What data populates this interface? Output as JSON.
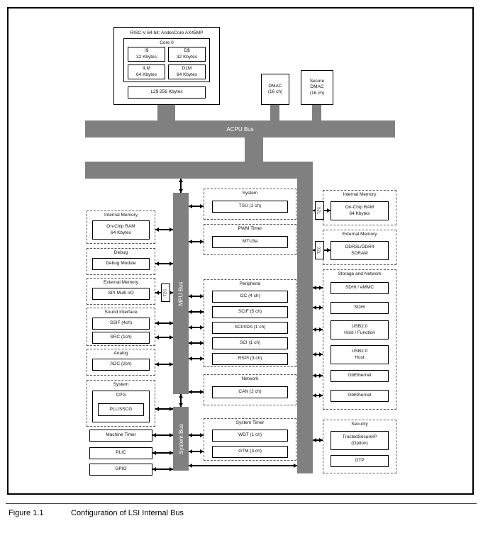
{
  "figure": {
    "label": "Figure 1.1",
    "title": "Configuration of LSI Internal Bus"
  },
  "colors": {
    "bus_gray": "#808080"
  },
  "cpu": {
    "title": "RISC-V 64-bit: AndesCore AX45MP",
    "core_label": "Core 0",
    "icache": "I$\n32 Kbytes",
    "dcache": "D$\n32 Kbytes",
    "ilm": "ILM\n64 Kbytes",
    "dlm": "DLM\n64 Kbytes",
    "l2": "L2$ 256 Kbytes"
  },
  "dmac": "DMAC\n(16 ch)",
  "secure_dmac": "Secure\nDMAC\n(16 ch)",
  "buses": {
    "acpu": "ACPU Bus",
    "mpu": "MPU Bus",
    "system": "System Bus"
  },
  "tzc": "TZC",
  "left": {
    "groups": [
      {
        "label": "Internal Memory",
        "items": [
          "On-Chip RAM\n64 Kbytes"
        ]
      },
      {
        "label": "Debug",
        "items": [
          "Debug Module"
        ]
      },
      {
        "label": "External Memory",
        "items": [
          "SPI Multi I/O"
        ]
      },
      {
        "label": "Sound Interface",
        "items": [
          "SSIF (4ch)",
          "SRC (1ch)"
        ]
      },
      {
        "label": "Analog",
        "items": [
          "ADC (2ch)"
        ]
      },
      {
        "label": "System",
        "cpg_label": "CPG",
        "items": [
          "PLL/SSCG"
        ]
      }
    ],
    "standalone": [
      "Machine Timer",
      "PLIC",
      "GPIO"
    ]
  },
  "middle": {
    "groups": [
      {
        "label": "System",
        "items": [
          "TSU (1 ch)"
        ]
      },
      {
        "label": "PWM Timer",
        "items": [
          "MTU3a"
        ]
      },
      {
        "label": "Peripheral",
        "items": [
          "I2C (4 ch)",
          "SCIF (5 ch)",
          "SCI/IrDA (1 ch)",
          "SCI (1 ch)",
          "RSPI (3 ch)"
        ]
      },
      {
        "label": "Network",
        "items": [
          "CAN (2 ch)"
        ]
      },
      {
        "label": "System Timer",
        "items": [
          "WDT (1 ch)",
          "GTM (3 ch)"
        ]
      }
    ]
  },
  "right": {
    "groups": [
      {
        "label": "Internal Memory",
        "items": [
          "On-Chip RAM\n64 Kbytes"
        ]
      },
      {
        "label": "External Memory",
        "items": [
          "DDR3L/DDR4\nSDRAM"
        ]
      },
      {
        "label": "Storage and Network",
        "items": [
          "SDHI / eMMC",
          "SDHI",
          "USB2.0\nHost / Function",
          "USB2.0\nHost",
          "GbEthernet",
          "GbEthernet"
        ]
      },
      {
        "label": "Security",
        "items": [
          "TrustedSecureIP\n(Option)",
          "OTP"
        ]
      }
    ]
  }
}
